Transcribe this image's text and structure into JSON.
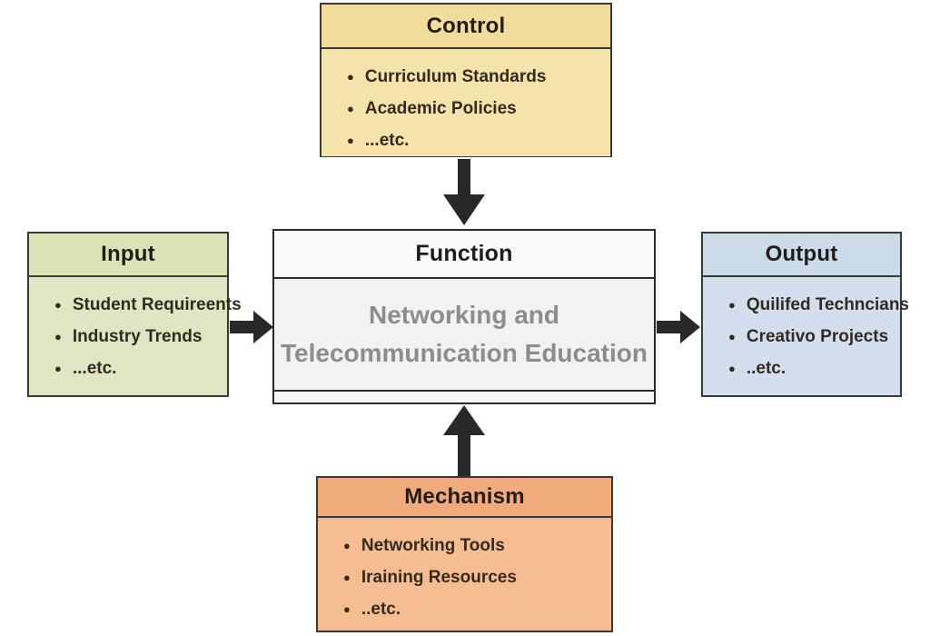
{
  "control": {
    "title": "Control",
    "items": [
      "Curriculum Standards",
      "Academic Policies",
      "...etc."
    ],
    "header_fill": "#f1dc9c",
    "body_fill": "#f4e3ab"
  },
  "input": {
    "title": "Input",
    "items": [
      "Student Requireents",
      "Industry Trends",
      "...etc."
    ],
    "header_fill": "#dbe2b6",
    "body_fill": "#e0e6c3"
  },
  "function_box": {
    "title": "Function",
    "body_lines": [
      "Networking and",
      "Telecommunication Education"
    ],
    "header_fill": "#fafafa",
    "body_fill": "#f2f2f2",
    "footer_fill": "#f7f7f7",
    "body_text_color": "#8d8d8d"
  },
  "output": {
    "title": "Output",
    "items": [
      "Quilifed Techncians",
      "Creativo Projects",
      "..etc."
    ],
    "header_fill": "#cbdbea",
    "body_fill": "#d3dfee"
  },
  "mechanism": {
    "title": "Mechanism",
    "items": [
      "Networking Tools",
      "Iraining Resources",
      "..etc."
    ],
    "header_fill": "#f1aa7c",
    "body_fill": "#f5bd92"
  },
  "arrow_color": "#282828",
  "bullet_glyph": "●"
}
